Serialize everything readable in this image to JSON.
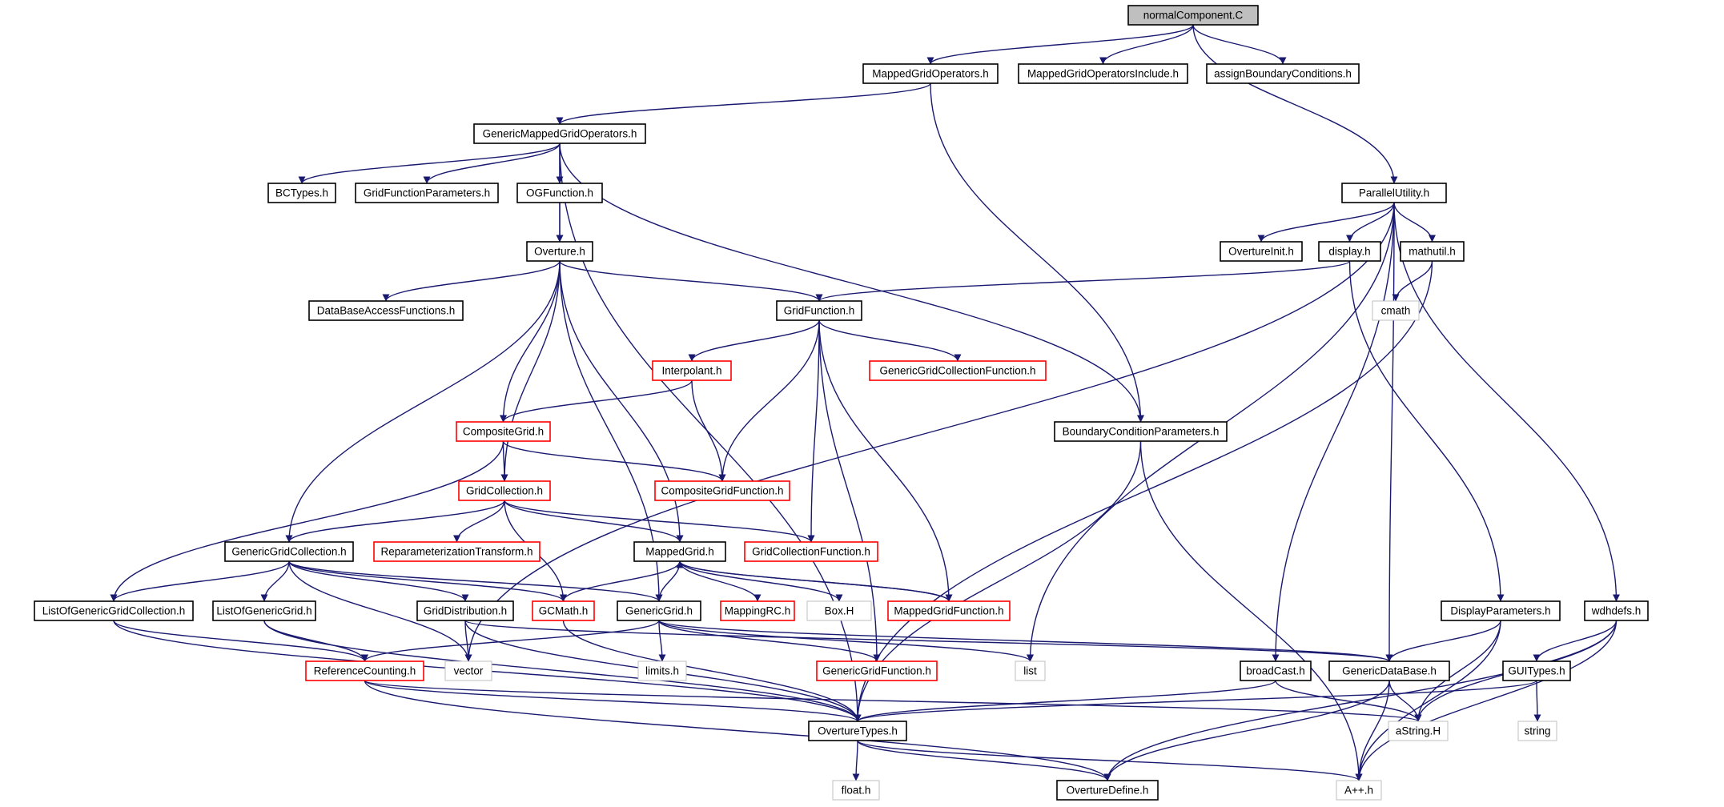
{
  "colors": {
    "edge": "#191970",
    "border_normal": "#000000",
    "border_truncated": "#ff0000",
    "border_external": "#bfbfbf",
    "root_fill": "#bfbfbf",
    "text": "#000000"
  },
  "nodes": [
    {
      "id": "normalComponent",
      "label": "normalComponent.C",
      "style": "root"
    },
    {
      "id": "MappedGridOperators",
      "label": "MappedGridOperators.h",
      "style": "normal"
    },
    {
      "id": "MappedGridOperatorsInclude",
      "label": "MappedGridOperatorsInclude.h",
      "style": "normal"
    },
    {
      "id": "assignBoundaryConditions",
      "label": "assignBoundaryConditions.h",
      "style": "normal"
    },
    {
      "id": "GenericMappedGridOperators",
      "label": "GenericMappedGridOperators.h",
      "style": "normal"
    },
    {
      "id": "BCTypes",
      "label": "BCTypes.h",
      "style": "normal"
    },
    {
      "id": "GridFunctionParameters",
      "label": "GridFunctionParameters.h",
      "style": "normal"
    },
    {
      "id": "OGFunction",
      "label": "OGFunction.h",
      "style": "normal"
    },
    {
      "id": "ParallelUtility",
      "label": "ParallelUtility.h",
      "style": "normal"
    },
    {
      "id": "Overture",
      "label": "Overture.h",
      "style": "normal"
    },
    {
      "id": "OvertureInit",
      "label": "OvertureInit.h",
      "style": "normal"
    },
    {
      "id": "display",
      "label": "display.h",
      "style": "normal"
    },
    {
      "id": "mathutil",
      "label": "mathutil.h",
      "style": "normal"
    },
    {
      "id": "DataBaseAccessFunctions",
      "label": "DataBaseAccessFunctions.h",
      "style": "normal"
    },
    {
      "id": "GridFunction",
      "label": "GridFunction.h",
      "style": "normal"
    },
    {
      "id": "cmath",
      "label": "cmath",
      "style": "external"
    },
    {
      "id": "Interpolant",
      "label": "Interpolant.h",
      "style": "truncated"
    },
    {
      "id": "GenericGridCollectionFunction",
      "label": "GenericGridCollectionFunction.h",
      "style": "truncated"
    },
    {
      "id": "CompositeGrid",
      "label": "CompositeGrid.h",
      "style": "truncated"
    },
    {
      "id": "BoundaryConditionParameters",
      "label": "BoundaryConditionParameters.h",
      "style": "normal"
    },
    {
      "id": "GridCollection",
      "label": "GridCollection.h",
      "style": "truncated"
    },
    {
      "id": "CompositeGridFunction",
      "label": "CompositeGridFunction.h",
      "style": "truncated"
    },
    {
      "id": "GenericGridCollection",
      "label": "GenericGridCollection.h",
      "style": "normal"
    },
    {
      "id": "ReparameterizationTransform",
      "label": "ReparameterizationTransform.h",
      "style": "truncated"
    },
    {
      "id": "MappedGrid",
      "label": "MappedGrid.h",
      "style": "normal"
    },
    {
      "id": "GridCollectionFunction",
      "label": "GridCollectionFunction.h",
      "style": "truncated"
    },
    {
      "id": "ListOfGenericGridCollection",
      "label": "ListOfGenericGridCollection.h",
      "style": "normal"
    },
    {
      "id": "ListOfGenericGrid",
      "label": "ListOfGenericGrid.h",
      "style": "normal"
    },
    {
      "id": "GridDistribution",
      "label": "GridDistribution.h",
      "style": "normal"
    },
    {
      "id": "GCMath",
      "label": "GCMath.h",
      "style": "truncated"
    },
    {
      "id": "GenericGrid",
      "label": "GenericGrid.h",
      "style": "normal"
    },
    {
      "id": "MappingRC",
      "label": "MappingRC.h",
      "style": "truncated"
    },
    {
      "id": "BoxH",
      "label": "Box.H",
      "style": "external"
    },
    {
      "id": "MappedGridFunction",
      "label": "MappedGridFunction.h",
      "style": "truncated"
    },
    {
      "id": "DisplayParameters",
      "label": "DisplayParameters.h",
      "style": "normal"
    },
    {
      "id": "wdhdefs",
      "label": "wdhdefs.h",
      "style": "normal"
    },
    {
      "id": "ReferenceCounting",
      "label": "ReferenceCounting.h",
      "style": "truncated"
    },
    {
      "id": "vector",
      "label": "vector",
      "style": "external"
    },
    {
      "id": "limits",
      "label": "limits.h",
      "style": "external"
    },
    {
      "id": "GenericGridFunction",
      "label": "GenericGridFunction.h",
      "style": "truncated"
    },
    {
      "id": "list",
      "label": "list",
      "style": "external"
    },
    {
      "id": "broadCast",
      "label": "broadCast.h",
      "style": "normal"
    },
    {
      "id": "GenericDataBase",
      "label": "GenericDataBase.h",
      "style": "normal"
    },
    {
      "id": "GUITypes",
      "label": "GUITypes.h",
      "style": "normal"
    },
    {
      "id": "string",
      "label": "string",
      "style": "external"
    },
    {
      "id": "OvertureTypes",
      "label": "OvertureTypes.h",
      "style": "normal"
    },
    {
      "id": "aString",
      "label": "aString.H",
      "style": "external"
    },
    {
      "id": "floath",
      "label": "float.h",
      "style": "external"
    },
    {
      "id": "OvertureDefine",
      "label": "OvertureDefine.h",
      "style": "normal"
    },
    {
      "id": "App",
      "label": "A++.h",
      "style": "external"
    }
  ]
}
